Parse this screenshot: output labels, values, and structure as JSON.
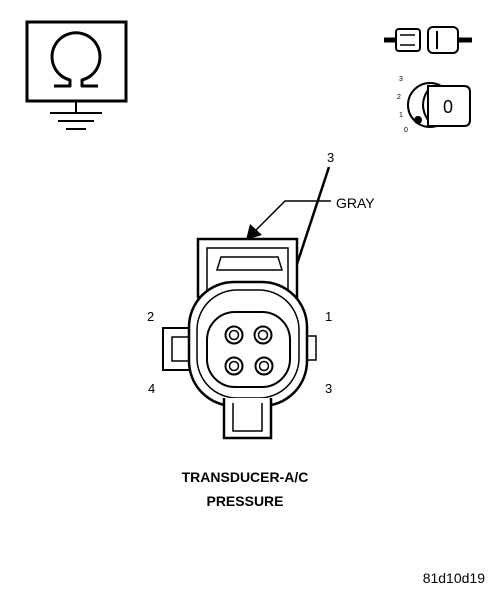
{
  "connector": {
    "color_label": "GRAY",
    "callout_pin": "3",
    "pin_labels": {
      "top_left": "2",
      "top_right": "1",
      "bottom_left": "4",
      "bottom_right": "3"
    },
    "title_line1": "TRANSDUCER-A/C",
    "title_line2": "PRESSURE"
  },
  "ignition_icon": {
    "positions": [
      "3",
      "2",
      "1",
      "0"
    ],
    "key_label": "0"
  },
  "figure_code": "81d10d19",
  "colors": {
    "ink": "#000000",
    "background": "#ffffff"
  }
}
